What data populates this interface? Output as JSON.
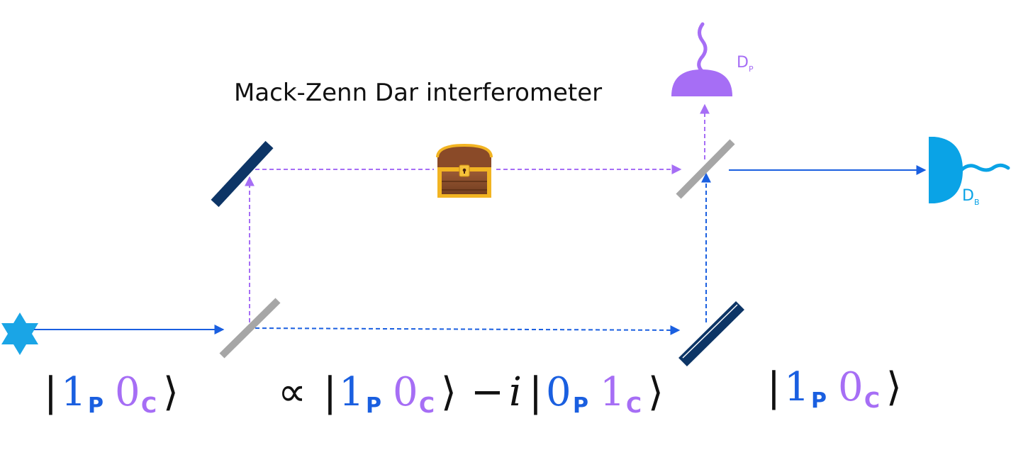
{
  "title": "Mack-Zenn Dar interferometer",
  "detectors": {
    "purple": {
      "letter": "D",
      "sub": "P"
    },
    "blue": {
      "letter": "D",
      "sub": "B"
    }
  },
  "kets": {
    "left": {
      "n1": "1",
      "s1": "P",
      "n2": "0",
      "s2": "C"
    },
    "middle": {
      "propto": "∝",
      "a_n1": "1",
      "a_s1": "P",
      "a_n2": "0",
      "a_s2": "C",
      "minus": "−",
      "i": "i",
      "b_n1": "0",
      "b_s1": "P",
      "b_n2": "1",
      "b_s2": "C"
    },
    "right": {
      "n1": "1",
      "s1": "P",
      "n2": "0",
      "s2": "C"
    }
  },
  "colors": {
    "blue": "#1a5fe0",
    "purple": "#a66ef5",
    "detector_blue": "#0aa3e6",
    "mirror": "#0d3566",
    "splitter": "#a6a6a6",
    "star": "#1aa5e6"
  }
}
